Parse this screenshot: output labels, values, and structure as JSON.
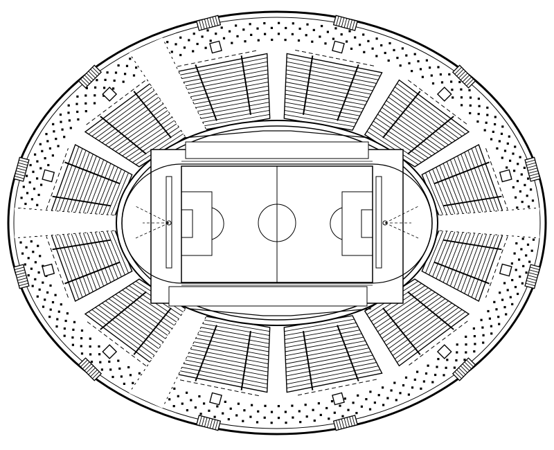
{
  "drawing": {
    "subject": "stadium-floor-plan",
    "style": "black-line-drawing",
    "ink_color": "#000000",
    "paper_color": "#ffffff",
    "labels": []
  },
  "plan": {
    "seating_stands": 12,
    "radial_entrances": 4,
    "stair_towers": 12,
    "field": {
      "type": "football-pitch",
      "has_running_track": true,
      "has_center_circle": true,
      "has_penalty_areas": true,
      "has_long_jump_runways": true
    }
  }
}
